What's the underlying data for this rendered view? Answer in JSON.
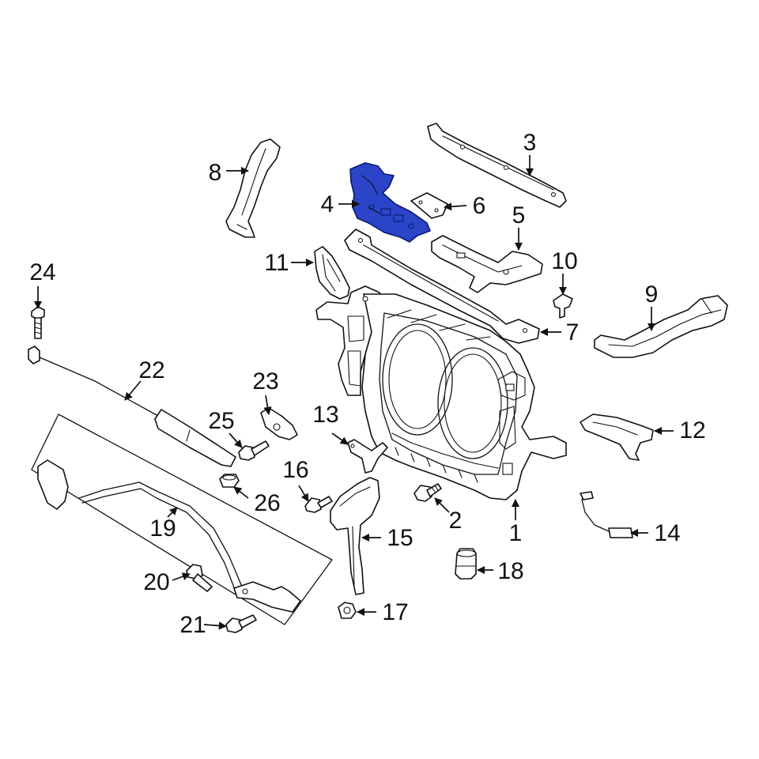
{
  "highlight_color": "#2b44c8",
  "line_color": "#111111",
  "callouts": [
    {
      "id": "1",
      "label": "1"
    },
    {
      "id": "2",
      "label": "2"
    },
    {
      "id": "3",
      "label": "3"
    },
    {
      "id": "4",
      "label": "4"
    },
    {
      "id": "5",
      "label": "5"
    },
    {
      "id": "6",
      "label": "6"
    },
    {
      "id": "7",
      "label": "7"
    },
    {
      "id": "8",
      "label": "8"
    },
    {
      "id": "9",
      "label": "9"
    },
    {
      "id": "10",
      "label": "10"
    },
    {
      "id": "11",
      "label": "11"
    },
    {
      "id": "12",
      "label": "12"
    },
    {
      "id": "13",
      "label": "13"
    },
    {
      "id": "14",
      "label": "14"
    },
    {
      "id": "15",
      "label": "15"
    },
    {
      "id": "16",
      "label": "16"
    },
    {
      "id": "17",
      "label": "17"
    },
    {
      "id": "18",
      "label": "18"
    },
    {
      "id": "19",
      "label": "19"
    },
    {
      "id": "20",
      "label": "20"
    },
    {
      "id": "21",
      "label": "21"
    },
    {
      "id": "22",
      "label": "22"
    },
    {
      "id": "23",
      "label": "23"
    },
    {
      "id": "24",
      "label": "24"
    },
    {
      "id": "25",
      "label": "25"
    },
    {
      "id": "26",
      "label": "26"
    }
  ]
}
